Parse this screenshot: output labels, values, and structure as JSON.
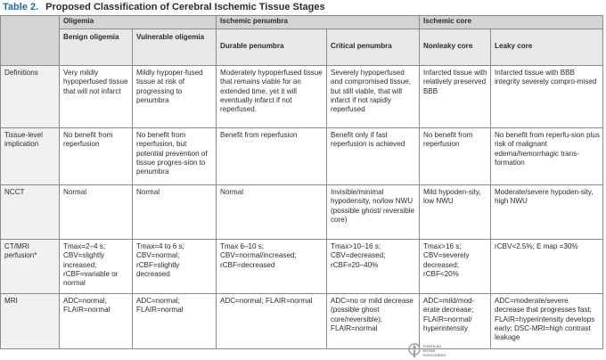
{
  "title": {
    "number": "Table 2.",
    "text": "Proposed Classification of Cerebral Ischemic Tissue Stages"
  },
  "header": {
    "groups": [
      "Oligemia",
      "Ischemic penumbra",
      "Ischemic core"
    ],
    "subgroups": [
      "Benign oligemia",
      "Vulnerable oligemia",
      "Durable penumbra",
      "Critical penumbra",
      "Nonleaky core",
      "Leaky core"
    ]
  },
  "rows": [
    {
      "label": "Definitions",
      "cells": [
        "Very mildly hypoperfused tissue that will not infarct",
        "Mildly hypoper-fused tissue at risk of progressing to penumbra",
        "Moderately hypoperfused tissue that remains viable for an extended time, yet it will eventually infarct if not reperfused.",
        "Severely hypoperfused and compromised tissue, but still viable, that will infarct if not rapidly reperfused",
        "Infarcted tissue with relatively preserved BBB",
        "Infarcted tissue with BBB integrity severely compro-mised"
      ]
    },
    {
      "label": "Tissue-level implication",
      "cells": [
        "No benefit from reperfusion",
        "No benefit from reperfusion, but potential prevention of tissue progres-sion to penumbra",
        "Benefit from reperfusion",
        "Benefit only if fast reperfusion is achieved",
        "No benefit from reperfusion",
        "No benefit from reperfu-sion plus risk of malignant edema/hemorrhagic trans-formation"
      ]
    },
    {
      "label": "NCCT",
      "cells": [
        "Normal",
        "Normal",
        "Normal",
        "Invisible/minimal hypodensity, no/low NWU (possible ghost/ reversible core)",
        "Mild hypoden-sity, low NWU",
        "Moderate/severe hypoden-sity, high NWU"
      ]
    },
    {
      "label": "CT/MRI perfusion*",
      "cells": [
        "Tmax=2–4 s; CBV=slightly increased; rCBF=variable or normal",
        "Tmax=4 to 6 s; CBV=normal; rCBF=slightly decreased",
        "Tmax 6–10 s; CBV=normal/increased; rCBF=decreased",
        "Tmax>10–16 s; CBV=decreased; rCBF=20–40%",
        "Tmax>16 s; CBV=severely decreased; rCBF<20%",
        "rCBV<2.5%; E map =30%"
      ]
    },
    {
      "label": "MRI",
      "cells": [
        "ADC=normal; FLAIR=normal",
        "ADC=normal; FLAIR=normal",
        "ADC=normal; FLAIR=normal",
        "ADC=no or mild decrease (possible ghost core/reversible); FLAIR=normal",
        "ADC=mild/mod-erate decrease; FLAIR=normal/ hyperintensity",
        "ADC=moderate/severe decrease that progresses fast; FLAIR=hyperintensity develops early; DSC-MRI=high contrast leakage"
      ]
    }
  ],
  "watermark": {
    "line1": "American",
    "line2": "Stroke",
    "line3": "Association",
    "icon": "torch-logo-icon",
    "color": "#8f8f8f"
  },
  "colors": {
    "title_number": "#1f6aa0",
    "header_group_bg": "#d4d4d4",
    "header_sub_bg": "#e8e8e8",
    "label_bg": "#f1f1f1",
    "border": "#8a8a8a"
  }
}
